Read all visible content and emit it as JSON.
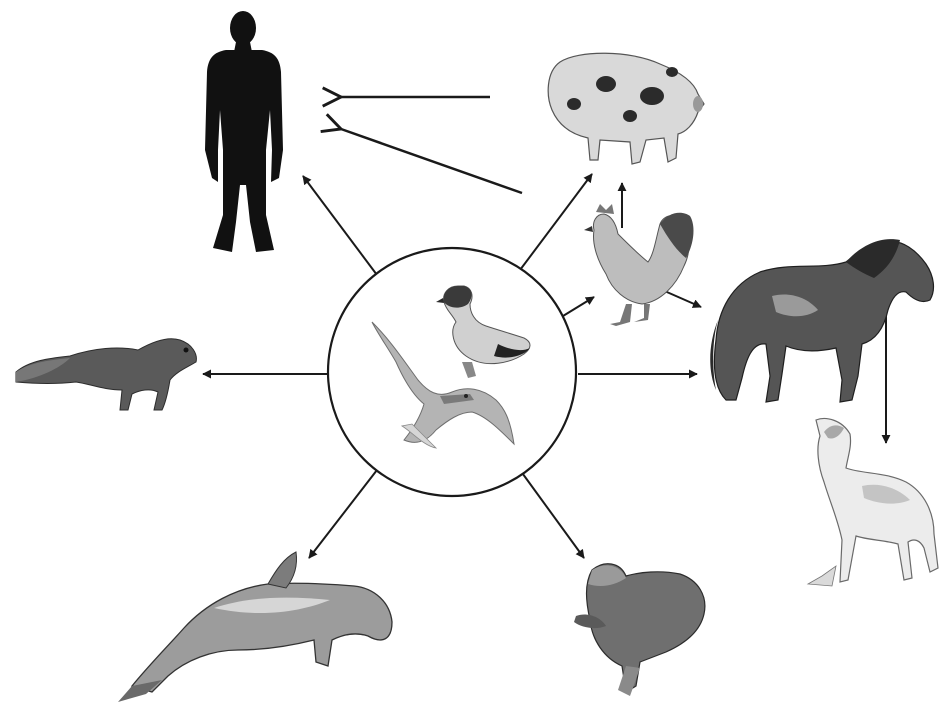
{
  "diagram": {
    "center_icons": [
      "gull-icon",
      "duck-icon"
    ],
    "nodes": [
      {
        "id": "center",
        "icon": "bird-icon"
      },
      {
        "id": "human",
        "icon": "human-silhouette-icon"
      },
      {
        "id": "pig",
        "icon": "pig-icon"
      },
      {
        "id": "rooster",
        "icon": "rooster-icon"
      },
      {
        "id": "horse",
        "icon": "horse-icon"
      },
      {
        "id": "dog",
        "icon": "greyhound-icon"
      },
      {
        "id": "mink",
        "icon": "mink-icon"
      },
      {
        "id": "whale",
        "icon": "whale-icon"
      },
      {
        "id": "seal",
        "icon": "seal-icon"
      }
    ],
    "edges": [
      {
        "from": "center",
        "to": "human"
      },
      {
        "from": "center",
        "to": "pig"
      },
      {
        "from": "center",
        "to": "rooster"
      },
      {
        "from": "center",
        "to": "horse"
      },
      {
        "from": "center",
        "to": "mink"
      },
      {
        "from": "center",
        "to": "whale"
      },
      {
        "from": "center",
        "to": "seal"
      },
      {
        "from": "pig",
        "to": "human"
      },
      {
        "from": "rooster",
        "to": "human"
      },
      {
        "from": "rooster",
        "to": "pig"
      },
      {
        "from": "rooster",
        "to": "horse"
      },
      {
        "from": "horse",
        "to": "dog"
      }
    ],
    "colors": {
      "line": "#1a1a1a",
      "silhouette": "#111111",
      "light_gray": "#c9c9c9",
      "mid_gray": "#8a8a8a",
      "dark_gray": "#4a4a4a"
    }
  }
}
